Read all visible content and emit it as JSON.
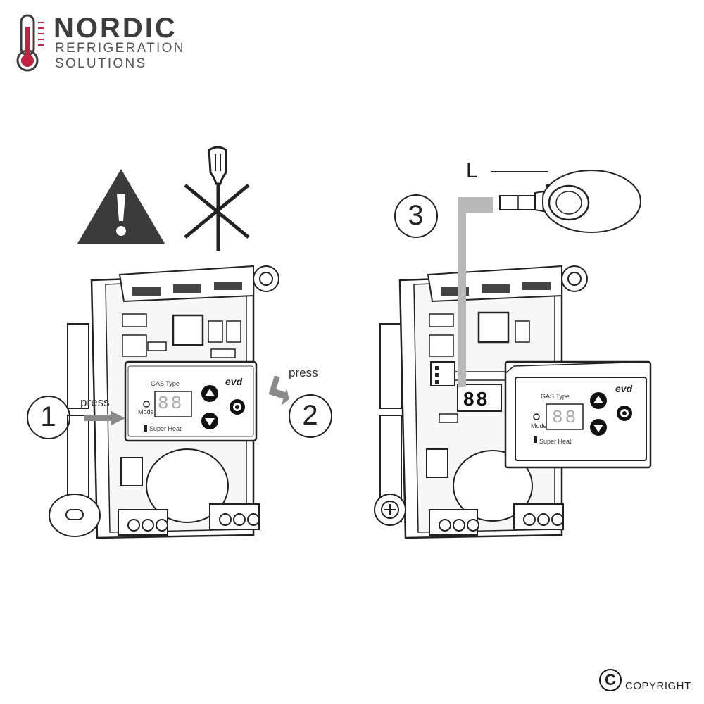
{
  "brand": {
    "name": "NORDIC",
    "line1": "REFRIGERATION",
    "line2": "SOLUTIONS",
    "color_dark": "#3d3d3d",
    "color_accent": "#c0223f"
  },
  "steps": {
    "step1": "1",
    "step2": "2",
    "step3": "3",
    "press1": "press",
    "press2": "press",
    "label_l": "L"
  },
  "panel": {
    "logo": "evd",
    "gas_type": "GAS Type",
    "mode": "Mode",
    "super_heat": "Super Heat",
    "display": "88"
  },
  "footer": {
    "copyright_symbol": "C",
    "copyright": "COPYRIGHT"
  },
  "icons": [
    "thermometer-icon",
    "warning-icon",
    "crossed-screwdriver-icon",
    "screwdriver-icon"
  ]
}
